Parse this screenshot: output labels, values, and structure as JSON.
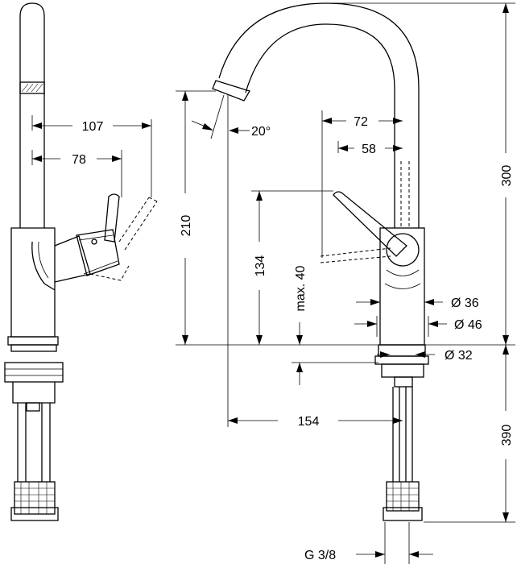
{
  "figure": {
    "line_color": "#000000",
    "background": "#ffffff"
  },
  "dimensions": {
    "reach_total": "107",
    "reach_handle": "78",
    "spout_height": "210",
    "spout_angle": "20°",
    "handle_offset": "72",
    "handle_offset_inner": "58",
    "total_height": "300",
    "handle_height": "134",
    "max_thickness": "max. 40",
    "body_diameter": "Ø 36",
    "base_diameter": "Ø 46",
    "mount_diameter": "Ø 32",
    "spout_reach": "154",
    "hose_length": "390",
    "connection": "G 3/8"
  }
}
